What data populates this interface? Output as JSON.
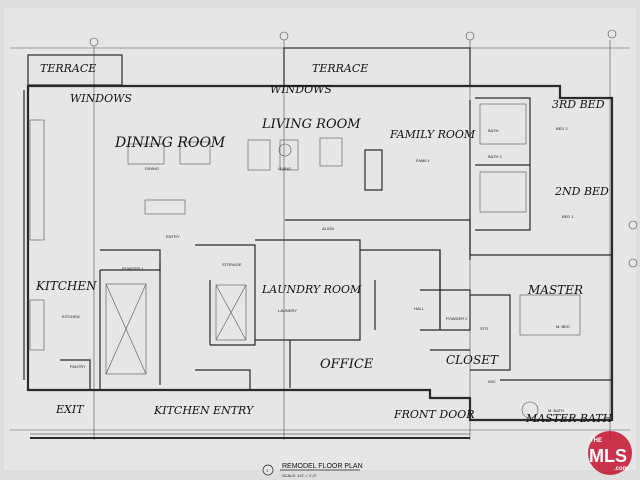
{
  "labels": {
    "terrace_left": "TERRACE",
    "terrace_right": "TERRACE",
    "windows_left": "WINDOWS",
    "windows_right": "WINDOWS",
    "dining_room": "DINING ROOM",
    "living_room": "LIVING ROOM",
    "family_room": "FAMILY ROOM",
    "bed3": "3RD BED",
    "bed2": "2ND BED",
    "kitchen": "KITCHEN",
    "laundry": "LAUNDRY ROOM",
    "master": "MASTER",
    "office": "OFFICE",
    "closet": "CLOSET",
    "exit": "EXIT",
    "kitchen_entry": "KITCHEN ENTRY",
    "front_door": "FRONT DOOR",
    "master_bath": "MASTER BATH"
  },
  "printed": {
    "dining": "DINING",
    "living": "LIVING",
    "family": "FAMILY",
    "bed_1": "BED 1",
    "bed_2": "BED 2",
    "m_bed": "M. BED",
    "m_bath": "M. BATH",
    "kitchen": "KITCHEN",
    "laundry": "LAUNDRY",
    "powder_1": "POWDER 1",
    "powder_2": "POWDER 2",
    "storage": "STORAGE",
    "entry": "ENTRY",
    "hall": "HALL",
    "align": "ALIGN",
    "pantry": "PANTRY",
    "sto": "STO",
    "wic": "WIC",
    "bath": "BATH",
    "bath_2": "BATH 2",
    "title": "REMODEL FLOOR PLAN",
    "scale": "SCALE: 1/4\" = 1'-0\"",
    "title_number": "1"
  },
  "logo": {
    "the": "THE",
    "mls": "MLS",
    "com": ".com",
    "color": "#c4122f"
  }
}
